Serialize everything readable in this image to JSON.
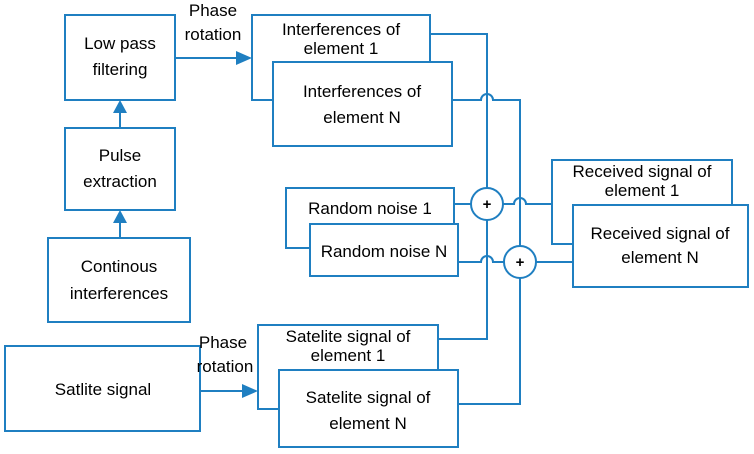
{
  "colors": {
    "stroke": "#1f7fc1",
    "background": "#ffffff",
    "text": "#000000"
  },
  "boxes": {
    "low_pass": [
      "Low pass",
      "filtering"
    ],
    "pulse": [
      "Pulse",
      "extraction"
    ],
    "continous": [
      "Continous",
      "interferences"
    ],
    "satlite": [
      "Satlite signal"
    ],
    "interf_1": [
      "Interferences of",
      "element 1"
    ],
    "interf_n": [
      "Interferences of",
      "element N"
    ],
    "noise_1": [
      "Random noise 1"
    ],
    "noise_n": [
      "Random noise N"
    ],
    "sat_1": [
      "Satelite signal of",
      "element 1"
    ],
    "sat_n": [
      "Satelite signal of",
      "element N"
    ],
    "recv_1": [
      "Received signal of",
      "element 1"
    ],
    "recv_n": [
      "Received signal of",
      "element N"
    ]
  },
  "labels": {
    "phase_top": [
      "Phase",
      "rotation"
    ],
    "phase_bottom": [
      "Phase",
      "rotation"
    ]
  },
  "summers": {
    "symbol": "+"
  }
}
